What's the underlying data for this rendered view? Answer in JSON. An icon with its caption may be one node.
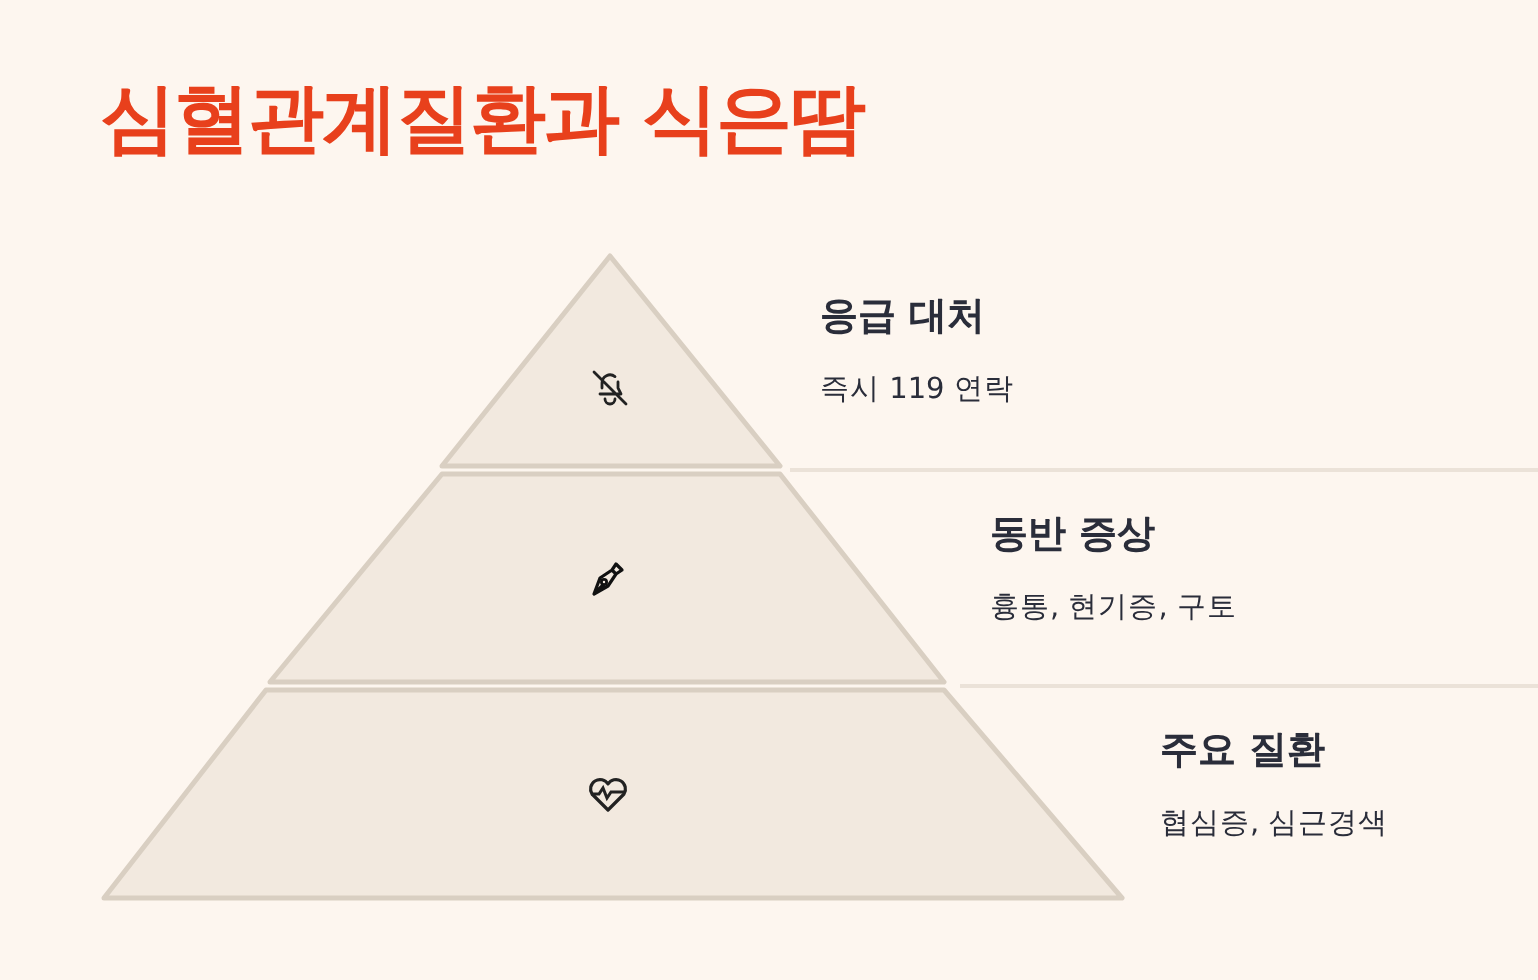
{
  "diagram": {
    "title": "심혈관계질환과 식은땀",
    "nodes": [
      {
        "text": [
          "응급 대처",
          "즉시 119 연락"
        ]
      },
      {
        "text": [
          "동반 증상",
          "흉통, 현기증, 구토"
        ]
      },
      {
        "text": [
          "주요 질환",
          "협심증, 심근경색"
        ]
      }
    ],
    "edges": []
  }
}
